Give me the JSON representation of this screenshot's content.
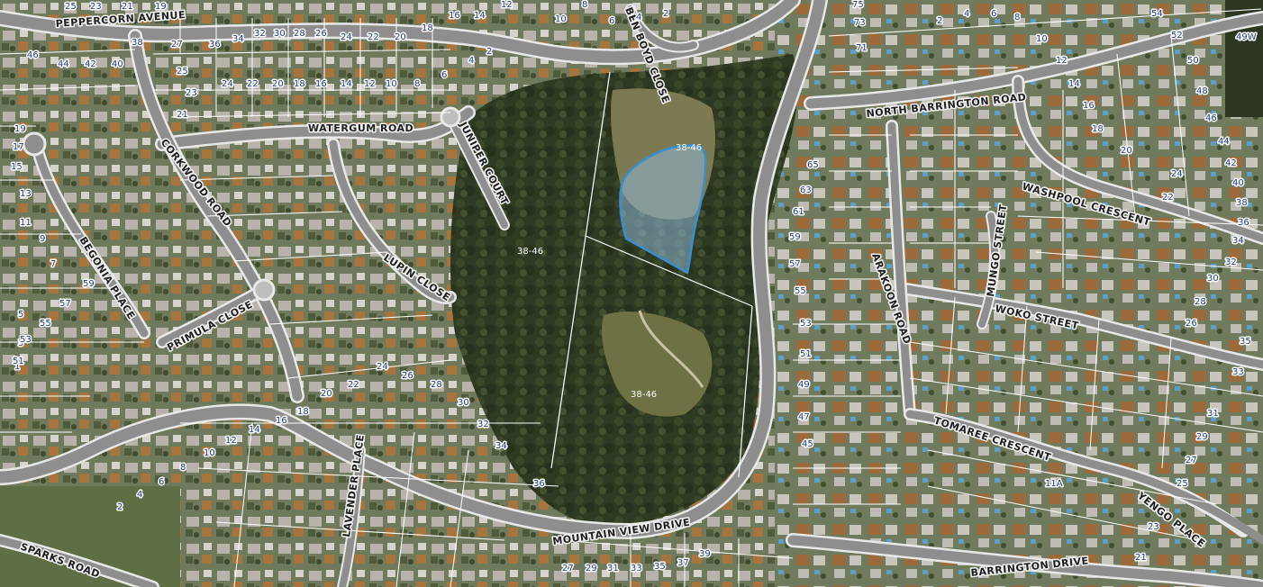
{
  "map": {
    "colors": {
      "road": "#8e8e8e",
      "road_edge": "#e8e8e8",
      "suburb": "#6f7a5c",
      "bush": "#2f3a22",
      "lot_line": "#ffffff",
      "highlight_fill": "#8fb8d6",
      "highlight_stroke": "#3a8fd0",
      "lot_number": "#1e3a8a"
    },
    "streets": [
      {
        "id": "peppercorn-avenue",
        "label": "PEPPERCORN AVENUE"
      },
      {
        "id": "watergum-road",
        "label": "WATERGUM ROAD"
      },
      {
        "id": "cork-wood-road",
        "label": "CORKWOOD ROAD"
      },
      {
        "id": "begonia-place",
        "label": "BEGONIA PLACE"
      },
      {
        "id": "primula-close",
        "label": "PRIMULA CLOSE"
      },
      {
        "id": "juniper-court",
        "label": "JUNIPER COURT"
      },
      {
        "id": "lupin-close",
        "label": "LUPIN CLOSE"
      },
      {
        "id": "ben-boyd-close",
        "label": "BEN BOYD CLOSE"
      },
      {
        "id": "north-barrington-road",
        "label": "NORTH BARRINGTON ROAD"
      },
      {
        "id": "washpool-crescent",
        "label": "WASHPOOL CRESCENT"
      },
      {
        "id": "mungo-street",
        "label": "MUNGO STREET"
      },
      {
        "id": "woko-street",
        "label": "WOKO STREET"
      },
      {
        "id": "arakoon-road",
        "label": "ARAKOON ROAD"
      },
      {
        "id": "tomaree-crescent",
        "label": "TOMAREE CRESCENT"
      },
      {
        "id": "yengo-place",
        "label": "YENGO PLACE"
      },
      {
        "id": "mountain-view-drive",
        "label": "MOUNTAIN VIEW DRIVE"
      },
      {
        "id": "barrington-drive",
        "label": "BARRINGTON DRIVE"
      },
      {
        "id": "lavender-place",
        "label": "LAVENDER PLACE"
      },
      {
        "id": "sparks-road",
        "label": "SPARKS ROAD"
      }
    ],
    "parcel_labels": [
      "38-46",
      "38-46",
      "38-46"
    ],
    "lots": [
      "25",
      "23",
      "21",
      "19",
      "27",
      "36",
      "34",
      "32",
      "30",
      "28",
      "26",
      "24",
      "22",
      "20",
      "18",
      "16",
      "14",
      "12",
      "10",
      "8",
      "6",
      "4",
      "2",
      "46",
      "44",
      "42",
      "40",
      "38",
      "25",
      "23",
      "21",
      "19",
      "17",
      "15",
      "13",
      "11",
      "9",
      "7",
      "5",
      "3",
      "1",
      "24",
      "22",
      "20",
      "18",
      "16",
      "14",
      "12",
      "10",
      "8",
      "6",
      "4",
      "2",
      "59",
      "57",
      "55",
      "53",
      "51",
      "75",
      "73",
      "71",
      "54",
      "52",
      "50",
      "48",
      "46",
      "44",
      "42",
      "40",
      "38",
      "36",
      "34",
      "32",
      "30",
      "28",
      "26",
      "24",
      "22",
      "20",
      "18",
      "16",
      "14",
      "12",
      "10",
      "8",
      "6",
      "4",
      "2",
      "49W",
      "65",
      "63",
      "61",
      "59",
      "57",
      "55",
      "53",
      "51",
      "49",
      "47",
      "45",
      "11A",
      "35",
      "33",
      "31",
      "29",
      "27",
      "25",
      "23",
      "21",
      "39",
      "37",
      "35",
      "33",
      "31",
      "29",
      "27",
      "36",
      "34",
      "32",
      "30",
      "28",
      "26",
      "24",
      "22",
      "20",
      "18",
      "16",
      "14",
      "12",
      "10",
      "8",
      "6",
      "4",
      "2"
    ]
  }
}
